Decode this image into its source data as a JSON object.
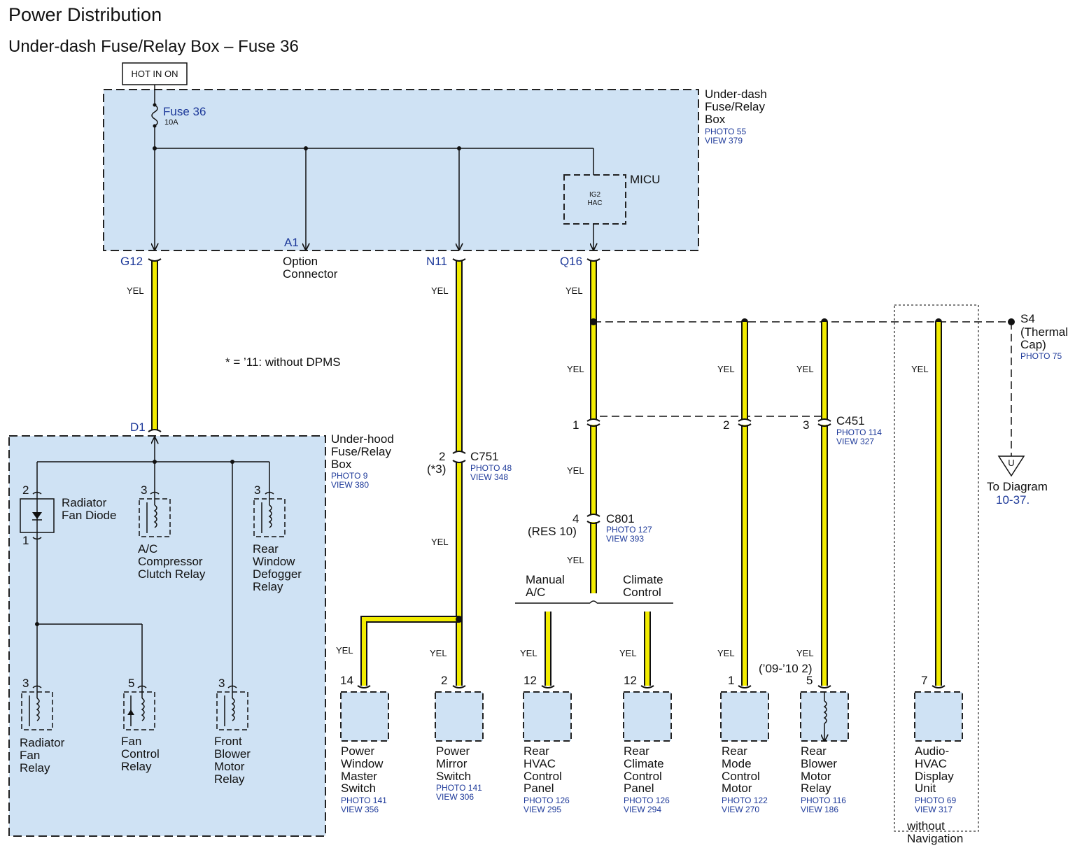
{
  "title": "Power Distribution",
  "subtitle": "Under-dash Fuse/Relay Box – Fuse 36",
  "hot_label": "HOT IN ON",
  "fuse": {
    "name": "Fuse 36",
    "rating": "10A"
  },
  "note": "* = ’11: without DPMS",
  "wire_color": "YEL",
  "colors": {
    "box_fill": "#cfe2f4",
    "wire": "#f2ec00",
    "text_blue": "#1e3a9a"
  },
  "underdash_box": {
    "lines": [
      "Under-dash",
      "Fuse/Relay",
      "Box"
    ],
    "photo": "PHOTO 55",
    "view": "VIEW 379"
  },
  "micu": {
    "name": "MICU",
    "inner1": "IG2",
    "inner2": "HAC"
  },
  "terminals": {
    "g12": "G12",
    "a1": "A1",
    "n11": "N11",
    "q16": "Q16",
    "d1": "D1"
  },
  "option_connector": [
    "Option",
    "Connector"
  ],
  "underhood_box": {
    "lines": [
      "Under-hood",
      "Fuse/Relay",
      "Box"
    ],
    "photo": "PHOTO 9",
    "view": "VIEW 380"
  },
  "underhood_components": {
    "radiator_fan_diode": {
      "lines": [
        "Radiator",
        "Fan Diode"
      ],
      "pin_top": "2",
      "pin_bottom": "1"
    },
    "ac_relay": {
      "lines": [
        "A/C",
        "Compressor",
        "Clutch Relay"
      ],
      "pin": "3"
    },
    "rear_defogger": {
      "lines": [
        "Rear",
        "Window",
        "Defogger",
        "Relay"
      ],
      "pin": "3"
    },
    "radiator_fan_relay": {
      "lines": [
        "Radiator",
        "Fan",
        "Relay"
      ],
      "pin": "3"
    },
    "fan_control_relay": {
      "lines": [
        "Fan",
        "Control",
        "Relay"
      ],
      "pin": "5"
    },
    "front_blower": {
      "lines": [
        "Front",
        "Blower",
        "Motor",
        "Relay"
      ],
      "pin": "3"
    }
  },
  "connectors": {
    "c751": {
      "name": "C751",
      "pin": "2",
      "note": "(*3)",
      "photo": "PHOTO 48",
      "view": "VIEW 348"
    },
    "c801": {
      "name": "C801",
      "pin": "4",
      "note": "(RES 10)",
      "photo": "PHOTO 127",
      "view": "VIEW 393"
    },
    "c451": {
      "name": "C451",
      "pin1": "1",
      "pin2": "2",
      "pin3": "3",
      "photo": "PHOTO 114",
      "view": "VIEW 327"
    }
  },
  "s4": {
    "lines": [
      "S4",
      "(Thermal",
      "Cap)"
    ],
    "photo": "PHOTO 75",
    "ground": "U"
  },
  "to_diagram": {
    "line1": "To Diagram",
    "line2": "10-37."
  },
  "manual_ac": [
    "Manual",
    "A/C"
  ],
  "climate_control": [
    "Climate",
    "Control"
  ],
  "blower_note": "(’09-’10 2)",
  "without_navigation": [
    "without",
    "Navigation"
  ],
  "bottom_components": [
    {
      "pin": "14",
      "lines": [
        "Power",
        "Window",
        "Master",
        "Switch"
      ],
      "photo": "PHOTO 141",
      "view": "VIEW 356"
    },
    {
      "pin": "2",
      "lines": [
        "Power",
        "Mirror",
        "Switch"
      ],
      "photo": "PHOTO 141",
      "view": "VIEW 306"
    },
    {
      "pin": "12",
      "lines": [
        "Rear",
        "HVAC",
        "Control",
        "Panel"
      ],
      "photo": "PHOTO 126",
      "view": "VIEW 295"
    },
    {
      "pin": "12",
      "lines": [
        "Rear",
        "Climate",
        "Control",
        "Panel"
      ],
      "photo": "PHOTO 126",
      "view": "VIEW 294"
    },
    {
      "pin": "1",
      "lines": [
        "Rear",
        "Mode",
        "Control",
        "Motor"
      ],
      "photo": "PHOTO 122",
      "view": "VIEW 270"
    },
    {
      "pin": "5",
      "lines": [
        "Rear",
        "Blower",
        "Motor",
        "Relay"
      ],
      "photo": "PHOTO 116",
      "view": "VIEW 186"
    },
    {
      "pin": "7",
      "lines": [
        "Audio-",
        "HVAC",
        "Display",
        "Unit"
      ],
      "photo": "PHOTO 69",
      "view": "VIEW 317"
    }
  ]
}
